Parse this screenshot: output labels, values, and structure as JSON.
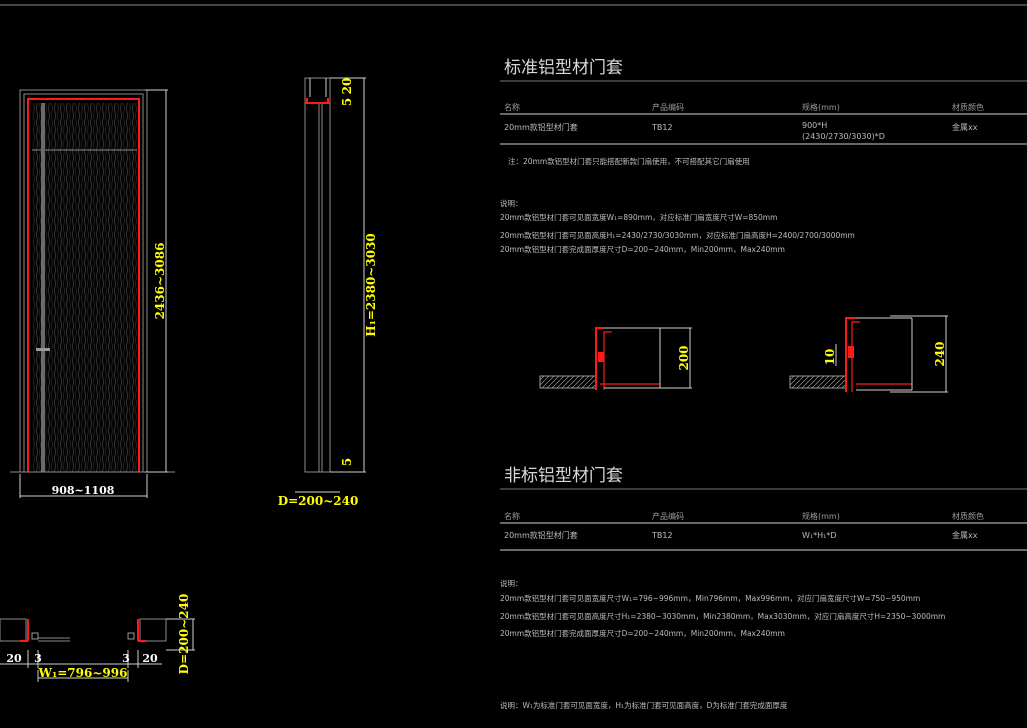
{
  "standard": {
    "title": "标准铝型材门套",
    "headers": [
      "名称",
      "产品编码",
      "规格(mm)",
      "材质颜色"
    ],
    "row": [
      "20mm款铝型材门套",
      "TB12",
      "900*H",
      "(2430/2730/3030)*D",
      "金属xx"
    ],
    "note": "注：20mm款铝型材门套只能搭配新款门扇使用，不可搭配其它门扇使用",
    "desc_label": "说明：",
    "desc": [
      "20mm款铝型材门套可见面宽度W₁=890mm，对应标准门扇宽度尺寸W=850mm",
      "20mm款铝型材门套可见面高度H₁=2430/2730/3030mm，对应标准门扇高度H=2400/2700/3000mm",
      "20mm款铝型材门套完成面厚度尺寸D=200~240mm，Min200mm，Max240mm"
    ]
  },
  "nonstandard": {
    "title": "非标铝型材门套",
    "headers": [
      "名称",
      "产品编码",
      "规格(mm)",
      "材质颜色"
    ],
    "row": [
      "20mm款铝型材门套",
      "TB12",
      "W₁*H₁*D",
      "金属xx"
    ],
    "desc_label": "说明：",
    "desc": [
      "20mm款铝型材门套可见面宽度尺寸W₁=796~996mm，Min796mm，Max996mm，对应门扇宽度尺寸W=750~950mm",
      "20mm款铝型材门套可见面高度尺寸H₁=2380~3030mm，Min2380mm，Max3030mm，对应门扇高度尺寸H=2350~3000mm",
      "20mm款铝型材门套完成面厚度尺寸D=200~240mm，Min200mm，Max240mm"
    ]
  },
  "footer": "说明：W₁为标准门套可见面宽度，H₁为标准门套可见面高度，D为标准门套完成面厚度",
  "dims": {
    "door_height": "2436~3086",
    "door_width": "908~1108",
    "side_top_20": "20",
    "side_top_5": "5",
    "side_height": "H₁=2380~3030",
    "side_bottom_5": "5",
    "side_depth": "D=200~240",
    "detail_a": "200",
    "detail_b_10": "10",
    "detail_b": "240",
    "plan_depth": "D=200~240",
    "plan_left_20": "20",
    "plan_left_3": "3",
    "plan_right_3": "3",
    "plan_right_20": "20",
    "plan_width": "W₁=796~996"
  },
  "colors": {
    "frame": "#ff1a1a",
    "dimension": "#ffff00",
    "line": "#d0d0d0"
  }
}
